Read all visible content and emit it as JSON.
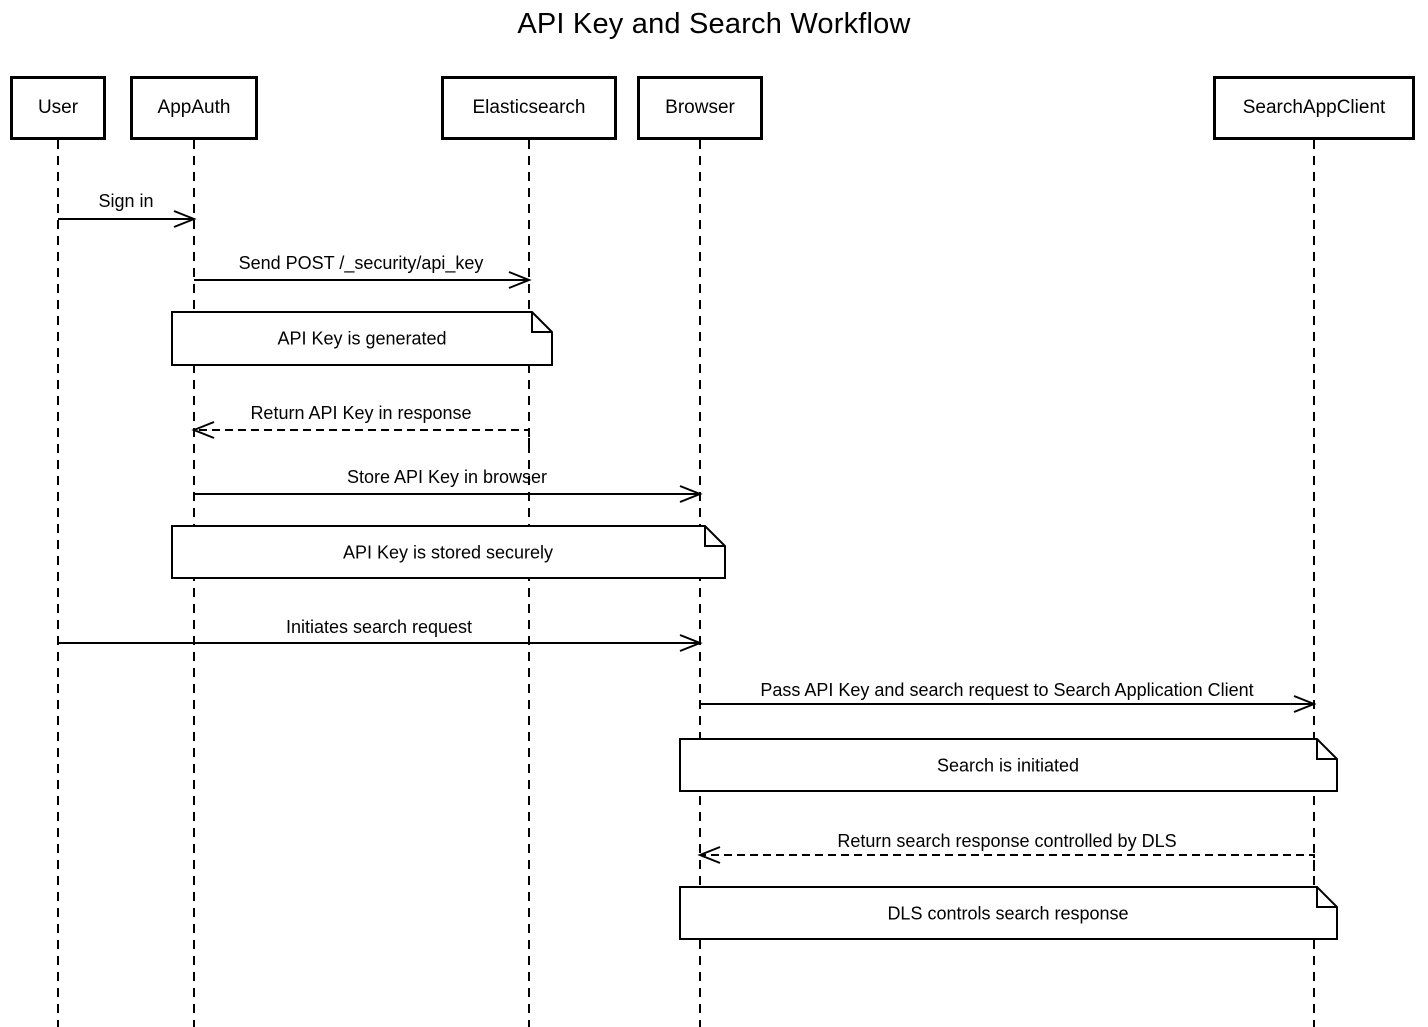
{
  "diagram": {
    "title": "API Key and Search Workflow",
    "type": "sequence-diagram"
  },
  "colors": {
    "stroke": "#000000",
    "background": "#ffffff",
    "text": "#000000"
  },
  "participants": [
    {
      "id": "user",
      "label": "User"
    },
    {
      "id": "appauth",
      "label": "AppAuth"
    },
    {
      "id": "elasticsearch",
      "label": "Elasticsearch"
    },
    {
      "id": "browser",
      "label": "Browser"
    },
    {
      "id": "searchappclient",
      "label": "SearchAppClient"
    }
  ],
  "messages": [
    {
      "from": "User",
      "to": "AppAuth",
      "label": "Sign in",
      "line": "solid"
    },
    {
      "from": "AppAuth",
      "to": "Elasticsearch",
      "label": "Send POST /_security/api_key",
      "line": "solid"
    },
    {
      "from": "Elasticsearch",
      "to": "AppAuth",
      "label": "Return API Key in response",
      "line": "dashed"
    },
    {
      "from": "AppAuth",
      "to": "Browser",
      "label": "Store API Key in browser",
      "line": "solid"
    },
    {
      "from": "User",
      "to": "Browser",
      "label": "Initiates search request",
      "line": "solid"
    },
    {
      "from": "Browser",
      "to": "SearchAppClient",
      "label": "Pass API Key and search request to Search Application Client",
      "line": "solid"
    },
    {
      "from": "SearchAppClient",
      "to": "Browser",
      "label": "Return search response controlled by DLS",
      "line": "dashed"
    }
  ],
  "notes": [
    {
      "over": "AppAuth, Elasticsearch",
      "label": "API Key is generated"
    },
    {
      "over": "AppAuth, Browser",
      "label": "API Key is stored securely"
    },
    {
      "over": "Browser, SearchAppClient",
      "label": "Search is initiated"
    },
    {
      "over": "Browser, SearchAppClient",
      "label": "DLS controls search response"
    }
  ]
}
